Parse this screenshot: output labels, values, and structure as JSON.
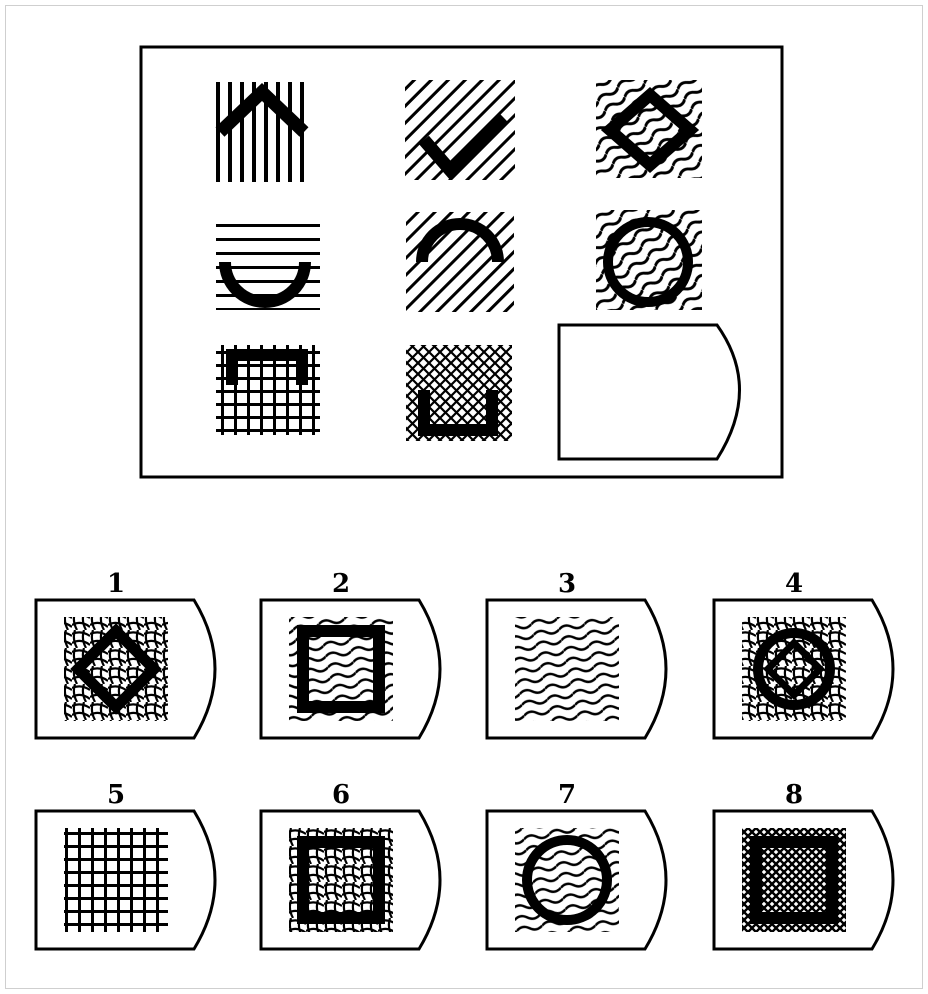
{
  "puzzle": {
    "answer_options": [
      {
        "label": "1",
        "inner": "diamond",
        "texture": "cross"
      },
      {
        "label": "2",
        "inner": "square",
        "texture": "wave"
      },
      {
        "label": "3",
        "inner": "none",
        "texture": "wave"
      },
      {
        "label": "4",
        "inner": "circle-diamond",
        "texture": "cross"
      },
      {
        "label": "5",
        "inner": "none",
        "texture": "grid"
      },
      {
        "label": "6",
        "inner": "square",
        "texture": "cross"
      },
      {
        "label": "7",
        "inner": "circle",
        "texture": "wave"
      },
      {
        "label": "8",
        "inner": "square",
        "texture": "dense-cross"
      }
    ]
  },
  "colors": {
    "ink": "#000000",
    "paper": "#ffffff",
    "frame": "#cfcfcf"
  }
}
